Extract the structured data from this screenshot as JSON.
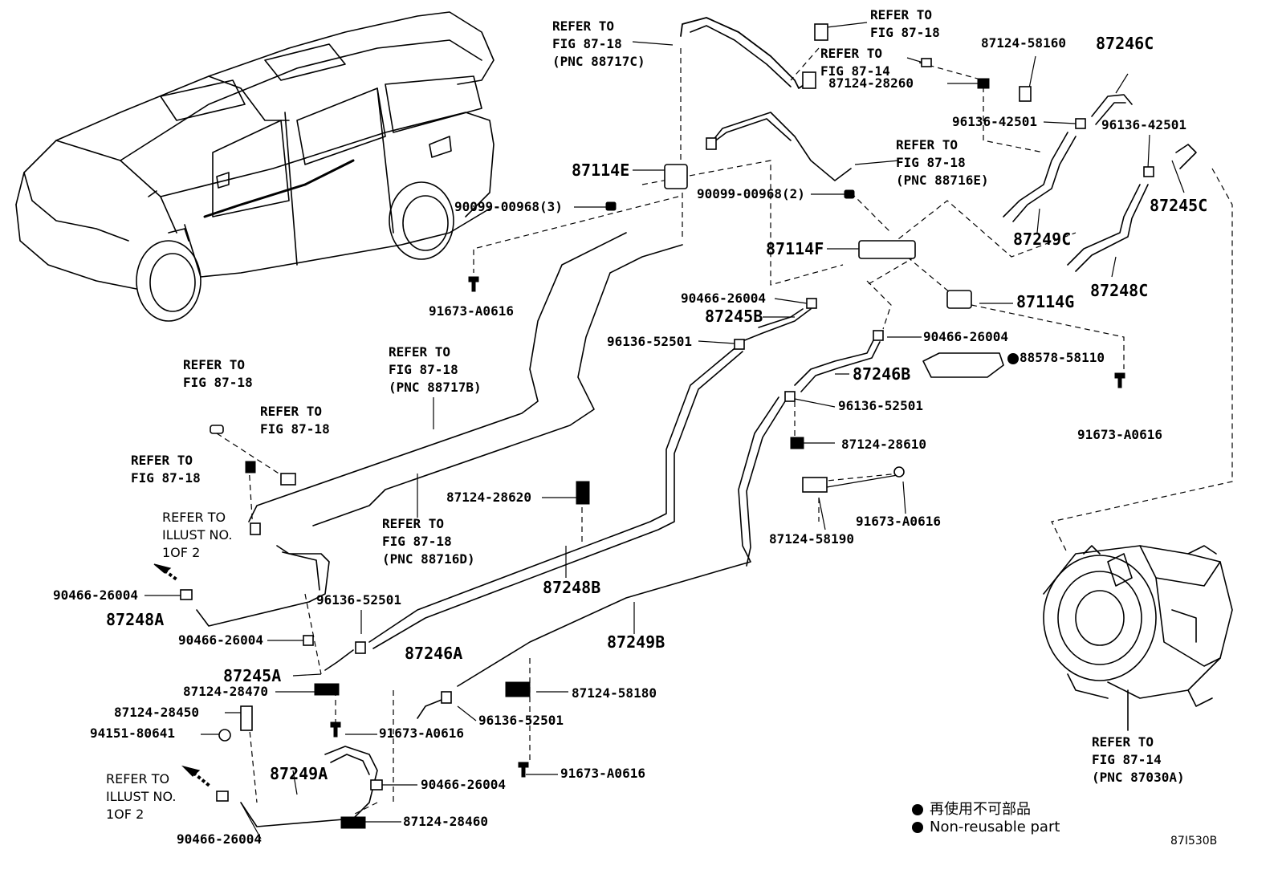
{
  "labels": {
    "refer_fig_87_18_pnc_88717c": [
      "REFER TO",
      "FIG 87-18",
      "(PNC 88717C)"
    ],
    "refer_fig_87_18_a": [
      "REFER TO",
      "FIG 87-18"
    ],
    "refer_fig_87_14_a": [
      "REFER TO",
      "FIG 87-14"
    ],
    "p87124_58160": "87124-58160",
    "p87246c": "87246C",
    "p87124_28260": "87124-28260",
    "p96136_42501_a": "96136-42501",
    "p96136_42501_b": "96136-42501",
    "refer_fig_87_18_pnc_88716e": [
      "REFER TO",
      "FIG 87-18",
      "(PNC 88716E)"
    ],
    "p87114e": "87114E",
    "p90099_00968_3": "90099-00968(3)",
    "p90099_00968_2": "90099-00968(2)",
    "p87245c": "87245C",
    "p87249c": "87249C",
    "p87114f": "87114F",
    "p87248c": "87248C",
    "p91673_a0616_a": "91673-A0616",
    "p90466_26004_a": "90466-26004",
    "p87245b": "87245B",
    "p87114g": "87114G",
    "p96136_52501_a": "96136-52501",
    "p90466_26004_b": "90466-26004",
    "p88578_58110": "88578-58110",
    "p87246b": "87246B",
    "refer_fig_87_18_b": [
      "REFER TO",
      "FIG 87-18"
    ],
    "refer_fig_87_18_pnc_88717b": [
      "REFER TO",
      "FIG 87-18",
      "(PNC 88717B)"
    ],
    "refer_fig_87_18_c": [
      "REFER TO",
      "FIG 87-18"
    ],
    "p96136_52501_b": "96136-52501",
    "p91673_a0616_b": "91673-A0616",
    "refer_fig_87_18_d": [
      "REFER TO",
      "FIG 87-18"
    ],
    "p87124_28610": "87124-28610",
    "p87124_28620": "87124-28620",
    "refer_illust_a": [
      "REFER TO",
      "ILLUST NO.",
      "1OF 2"
    ],
    "refer_fig_87_18_pnc_88716d": [
      "REFER TO",
      "FIG 87-18",
      "(PNC 88716D)"
    ],
    "p91673_a0616_c": "91673-A0616",
    "p87124_58190": "87124-58190",
    "p90466_26004_c": "90466-26004",
    "p87248b": "87248B",
    "p87248a": "87248A",
    "p96136_52501_c": "96136-52501",
    "p90466_26004_d": "90466-26004",
    "p87249b": "87249B",
    "p87246a": "87246A",
    "p87245a": "87245A",
    "p87124_28470": "87124-28470",
    "p87124_58180": "87124-58180",
    "p87124_28450": "87124-28450",
    "p96136_52501_d": "96136-52501",
    "p94151_80641": "94151-80641",
    "p91673_a0616_d": "91673-A0616",
    "refer_fig_87_14_pnc_87030a": [
      "REFER TO",
      "FIG 87-14",
      "(PNC 87030A)"
    ],
    "p91673_a0616_e": "91673-A0616",
    "refer_illust_b": [
      "REFER TO",
      "ILLUST NO.",
      "1OF 2"
    ],
    "p87249a": "87249A",
    "p90466_26004_e": "90466-26004",
    "p90466_26004_f": "90466-26004",
    "p87124_28460": "87124-28460"
  },
  "legend": {
    "japanese": "再使用不可部品",
    "english": "Non-reusable part"
  },
  "figure_code": "87I530B"
}
